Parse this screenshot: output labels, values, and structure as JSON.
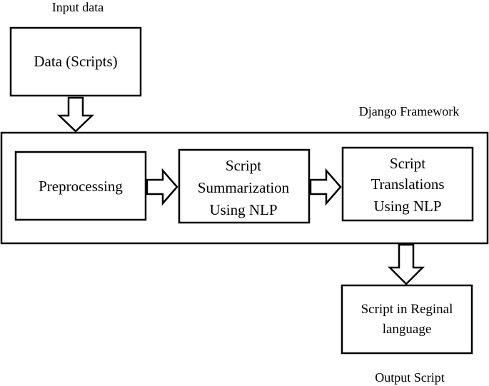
{
  "labels": {
    "input_caption": "Input data",
    "framework_caption": "Django Framework",
    "output_caption": "Output Script"
  },
  "boxes": {
    "data": {
      "lines": [
        "Data (Scripts)"
      ]
    },
    "preprocessing": {
      "lines": [
        "Preprocessing"
      ]
    },
    "summarization": {
      "lines": [
        "Script",
        "Summarization",
        "Using NLP"
      ]
    },
    "translation": {
      "lines": [
        "Script",
        "Translations",
        "Using NLP"
      ]
    },
    "output": {
      "lines": [
        "Script in Reginal",
        "language"
      ]
    }
  },
  "colors": {
    "stroke": "#000000",
    "fill": "#ffffff"
  }
}
